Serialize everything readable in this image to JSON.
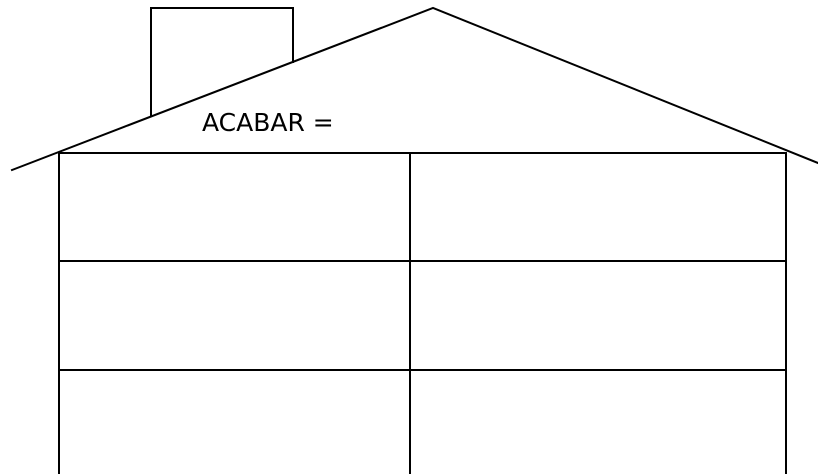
{
  "roof": {
    "label": "ACABAR ="
  },
  "grid": {
    "rows": 3,
    "columns": 2,
    "cells": [
      [
        "",
        ""
      ],
      [
        "",
        ""
      ],
      [
        "",
        ""
      ]
    ]
  },
  "colors": {
    "line": "#000000",
    "background": "#ffffff"
  }
}
